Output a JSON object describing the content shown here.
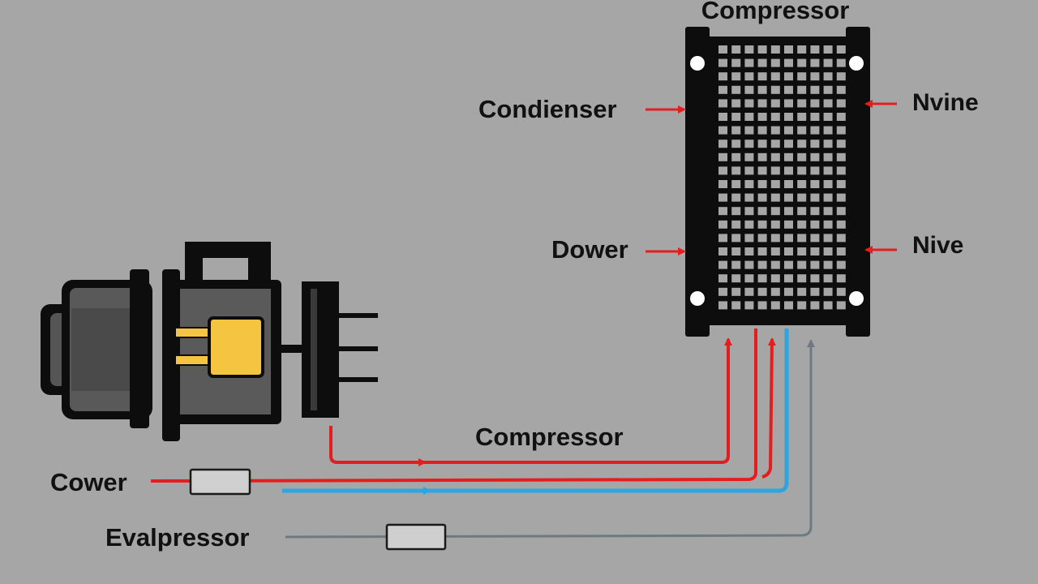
{
  "labels": {
    "top": "Compressor",
    "left_upper": "Condienser",
    "right_upper": "Nvine",
    "left_lower": "Dower",
    "right_lower": "Nive",
    "middle": "Compressor",
    "cower": "Cower",
    "evapressor": "Evalpressor"
  },
  "colors": {
    "background": "#a6a6a6",
    "outline": "#0d0d0d",
    "compressor_body": "#555555",
    "terminal": "#f5c542",
    "red_line": "#e41e1e",
    "blue_line": "#2aa7e0",
    "gray_line": "#6d7a82",
    "grid_hole": "#a6a6a6"
  },
  "icons": {
    "compressor": "compressor-motor-icon",
    "condenser": "condenser-grille-icon",
    "fuse": "inline-fuse-icon",
    "arrow": "arrow-icon"
  }
}
